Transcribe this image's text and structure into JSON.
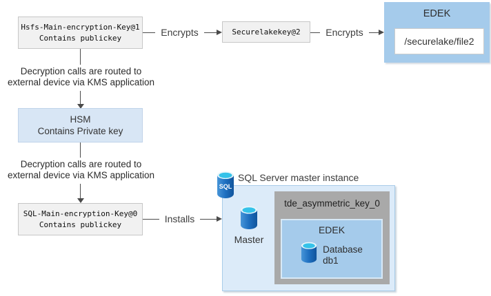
{
  "colors": {
    "key_box_fill": "#f1f1f1",
    "key_box_border": "#c6c6c6",
    "hsm_fill": "#d8e6f5",
    "edek_fill": "#a5cbeb",
    "instance_fill": "#dcebf9",
    "instance_border": "#a9cce9",
    "tde_fill": "#a9a9a9",
    "arrow": "#4a4a4a",
    "cylinder_body_blue": "#1e6fc0",
    "cylinder_top_cyan": "#35c2e9"
  },
  "diagram": {
    "hdfs_key_box": {
      "line1": "Hsfs-Main-encryption-Key@1",
      "line2": "Contains publickey"
    },
    "encrypts_label_1": "Encrypts",
    "securelake_key_label": "Securelakekey@2",
    "encrypts_label_2": "Encrypts",
    "edek_file_box": {
      "title": "EDEK",
      "path": "/securelake/file2"
    },
    "kms_note_top": {
      "line1": "Decryption calls are routed to",
      "line2": "external device via KMS application"
    },
    "hsm_box": {
      "line1": "HSM",
      "line2": "Contains Private key"
    },
    "kms_note_bottom": {
      "line1": "Decryption calls are routed to",
      "line2": "external device via KMS application"
    },
    "sql_key_box": {
      "line1": "SQL-Main-encryption-Key@0",
      "line2": "Contains publickey"
    },
    "installs_label": "Installs",
    "sql_instance": {
      "title": "SQL Server master instance",
      "sql_badge": "SQL",
      "master_label": "Master",
      "tde_key_title": "tde_asymmetric_key_0",
      "edek_title": "EDEK",
      "database_label_line1": "Database",
      "database_label_line2": "db1"
    }
  }
}
